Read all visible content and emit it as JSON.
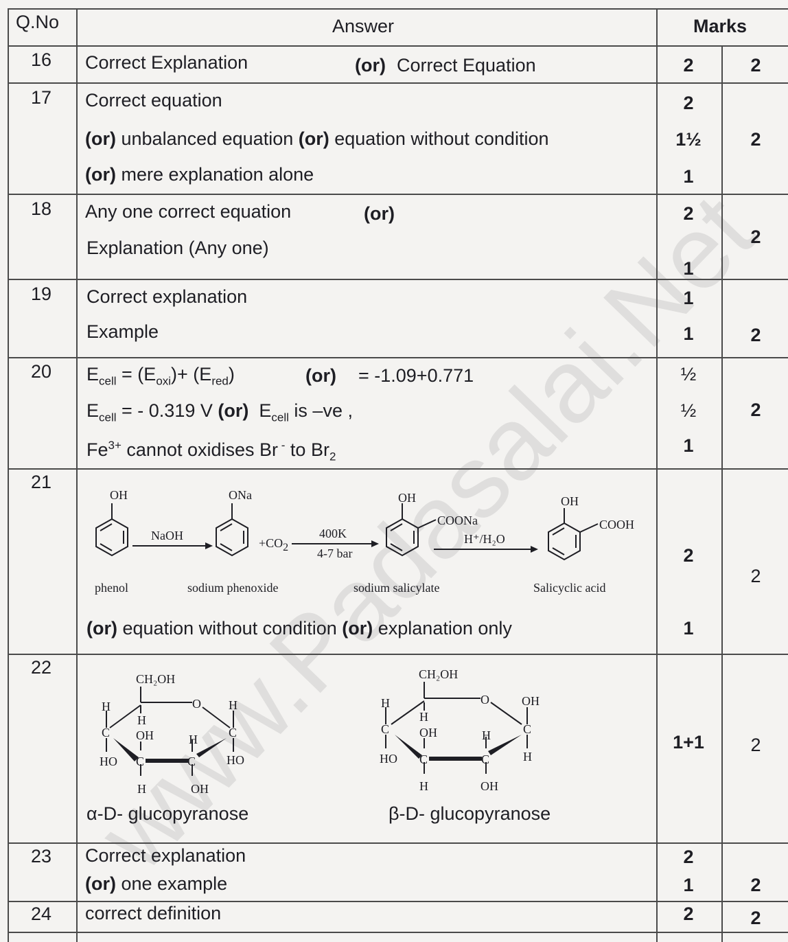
{
  "header": {
    "qno": "Q.No",
    "answer": "Answer",
    "marks": "Marks"
  },
  "rows": {
    "r16": {
      "q": "16",
      "a1": "Correct Explanation",
      "or": "(or)",
      "a2": "Correct Equation",
      "m1": "2",
      "m2": "2"
    },
    "r17": {
      "q": "17",
      "l1": "Correct equation",
      "l2_or1": "(or)",
      "l2_a": "unbalanced equation",
      "l2_or2": "(or)",
      "l2_b": "equation without condition",
      "l3_or": "(or)",
      "l3_a": "mere explanation alone",
      "m1": "2",
      "m2": "1½",
      "m3": "1",
      "total": "2"
    },
    "r18": {
      "q": "18",
      "l1": "Any one correct equation",
      "or": "(or)",
      "l2": "Explanation (Any one)",
      "m1": "2",
      "m2": "1",
      "total": "2"
    },
    "r19": {
      "q": "19",
      "l1": "Correct explanation",
      "l2": "Example",
      "m1": "1",
      "m2": "1",
      "total": "2"
    },
    "r20": {
      "q": "20",
      "l1_E": "E",
      "l1_cell": "cell",
      "l1_eq": " = (E",
      "l1_oxi": "oxi",
      "l1_plus": ")+ (E",
      "l1_red": "red",
      "l1_close": ")",
      "l1_or": "(or)",
      "l1_val": "= -1.09+0.771",
      "l2_E": "E",
      "l2_cell": "cell",
      "l2_eq": " = - 0.319 V",
      "l2_or": "(or)",
      "l2_E2": "E",
      "l2_cell2": "cell",
      "l2_ve": " is –ve ,",
      "l3_fe": "Fe",
      "l3_sup": "3+",
      "l3_mid": " cannot oxidises Br",
      "l3_minus": " -",
      "l3_to": " to Br",
      "l3_sub": "2",
      "m1": "½",
      "m2": "½",
      "m3": "1",
      "total": "2"
    },
    "r21": {
      "q": "21",
      "oh": "OH",
      "ona": "ONa",
      "naoh": "NaOH",
      "co2": "+CO",
      "co2sub": "2",
      "k400": "400K",
      "bar": "4-7 bar",
      "coona": "COONa",
      "h2o": "H⁺/H₂O",
      "cooh": "COOH",
      "phenol": "phenol",
      "phenoxide": "sodium phenoxide",
      "salicylate": "sodium salicylate",
      "acid": "Salicyclic acid",
      "or1": "(or)",
      "l2a": "equation without condition",
      "or2": "(or)",
      "l2b": "explanation only",
      "m1": "2",
      "m2": "1",
      "total": "2"
    },
    "r22": {
      "q": "22",
      "alpha": "α-D- glucopyranose",
      "beta": "β-D- glucopyranose",
      "ch2oh": "CH₂OH",
      "o": "O",
      "h": "H",
      "c": "C",
      "oh": "OH",
      "ho": "HO",
      "m1": "1+1",
      "total": "2"
    },
    "r23": {
      "q": "23",
      "l1": "Correct explanation",
      "or": "(or)",
      "l2": "one example",
      "m1": "2",
      "m2": "1",
      "total": "2"
    },
    "r24": {
      "q": "24",
      "l1": "correct definition",
      "m1": "2",
      "total": "2"
    }
  },
  "watermark": "www.Padasalai.Net"
}
